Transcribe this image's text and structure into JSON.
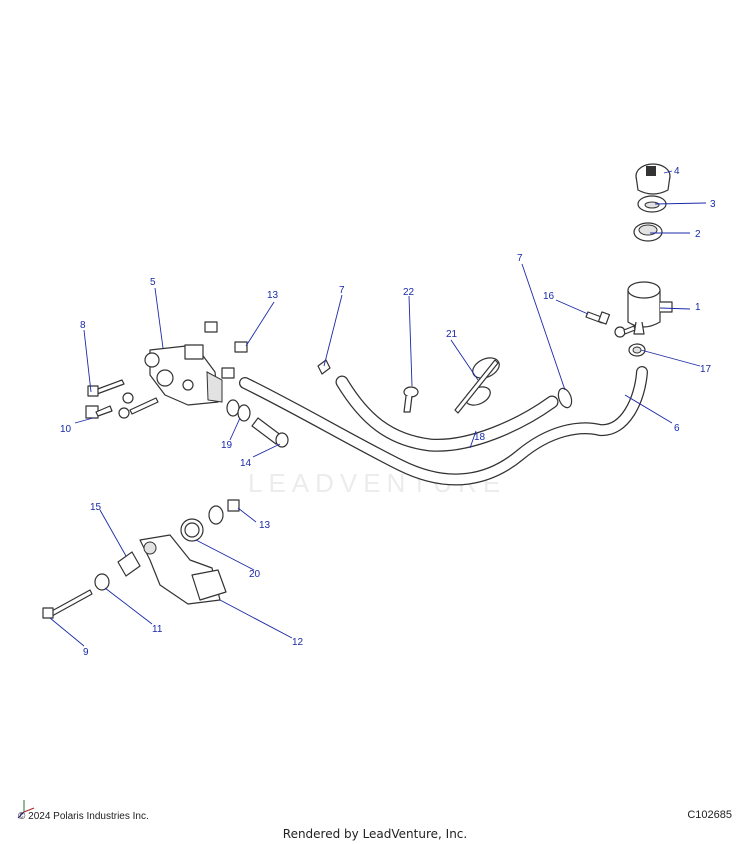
{
  "watermark": "LEADVENTURE",
  "callouts": [
    "1",
    "2",
    "3",
    "4",
    "5",
    "6",
    "7",
    "7",
    "8",
    "9",
    "10",
    "11",
    "12",
    "13",
    "13",
    "14",
    "15",
    "16",
    "17",
    "18",
    "19",
    "20",
    "21",
    "22"
  ],
  "copyright": "© 2024 Polaris Industries Inc.",
  "diagram_code": "C102685",
  "rendered_by": "Rendered by LeadVenture, Inc.",
  "colors": {
    "callout": "#1a2aa8",
    "line": "#333333"
  }
}
